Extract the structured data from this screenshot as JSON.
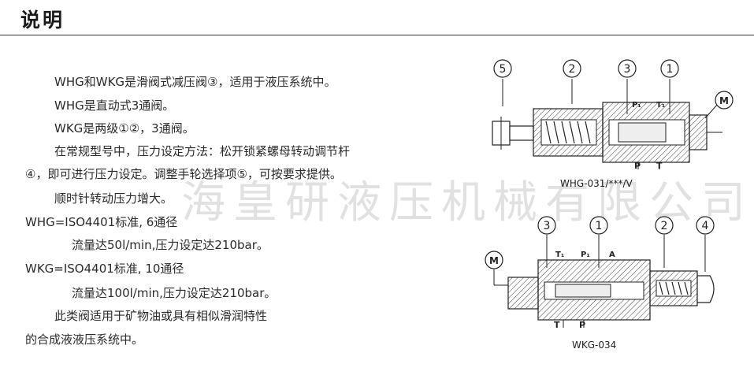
{
  "header": {
    "title": "说明"
  },
  "paragraphs": [
    "WHG和WKG是滑阀式减压阀③，适用于液压系统中。",
    "WHG是直动式3通阀。",
    "WKG是两级①②，3通阀。",
    "在常规型号中，压力设定方法：松开锁紧螺母转动调节杆",
    "④，即可进行压力设定。调整手轮选择项⑤，可按要求提供。",
    "顺时针转动压力增大。",
    "WHG=ISO4401标准, 6通径",
    "流量达50l/min,压力设定达210bar。",
    "WKG=ISO4401标准, 10通径",
    "流量达100l/min,压力设定达210bar。",
    "此类阀适用于矿物油或具有相似滑润特性",
    "的合成液液压系统中。"
  ],
  "watermark": "海皇研液压机械有限公司",
  "diagram_top": {
    "caption": "WHG-031/***/V",
    "callouts": [
      "5",
      "2",
      "3",
      "1",
      "M"
    ],
    "port_labels": [
      "P₁",
      "T₁",
      "P",
      "T"
    ]
  },
  "diagram_bottom": {
    "caption": "WKG-034",
    "callouts": [
      "3",
      "1",
      "2",
      "4",
      "M"
    ],
    "port_labels": [
      "T₁",
      "P₁",
      "A",
      "T",
      "P"
    ]
  }
}
